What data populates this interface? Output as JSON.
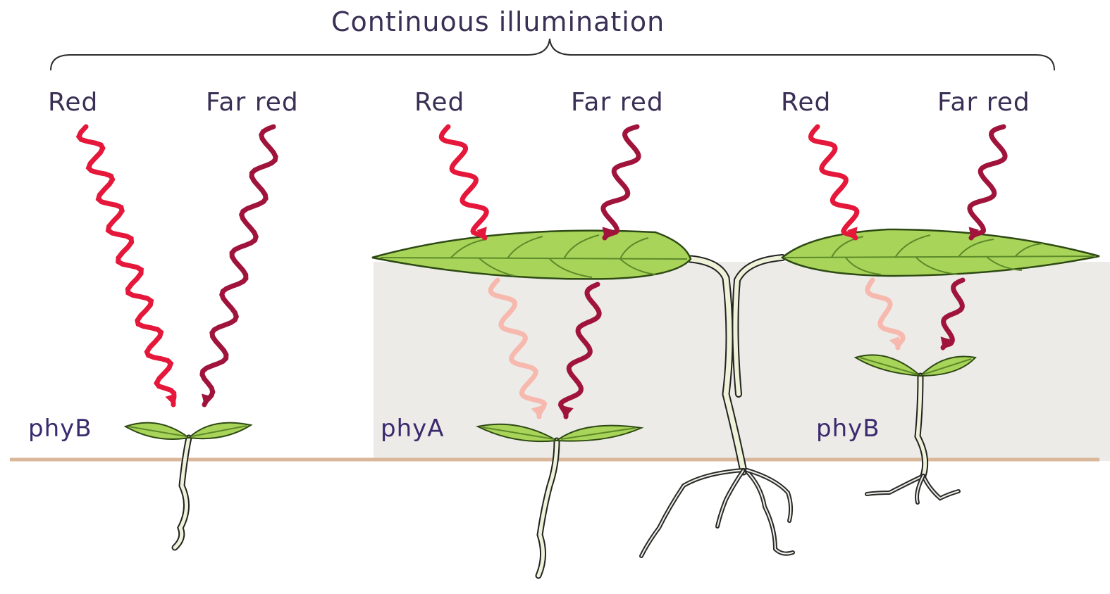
{
  "title": "Continuous illumination",
  "light": {
    "red_label": "Red",
    "far_red_label": "Far red"
  },
  "panels": [
    {
      "red": "Red",
      "far_red": "Far red",
      "photoreceptor": "phyB"
    },
    {
      "red": "Red",
      "far_red": "Far red",
      "photoreceptor": "phyA"
    },
    {
      "red": "Red",
      "far_red": "Far red",
      "photoreceptor": "phyB"
    }
  ],
  "colors": {
    "red_light": "#e5173a",
    "far_red_light": "#a0143c",
    "filtered_red_light": "#f7b8ae",
    "leaf_fill": "#a9d45a",
    "leaf_vein": "#5d8a2a",
    "stem_fill": "#eef2d8",
    "shade_region": "#ecebe8",
    "soil_line": "#d9b79a",
    "text": "#3a2f55"
  }
}
